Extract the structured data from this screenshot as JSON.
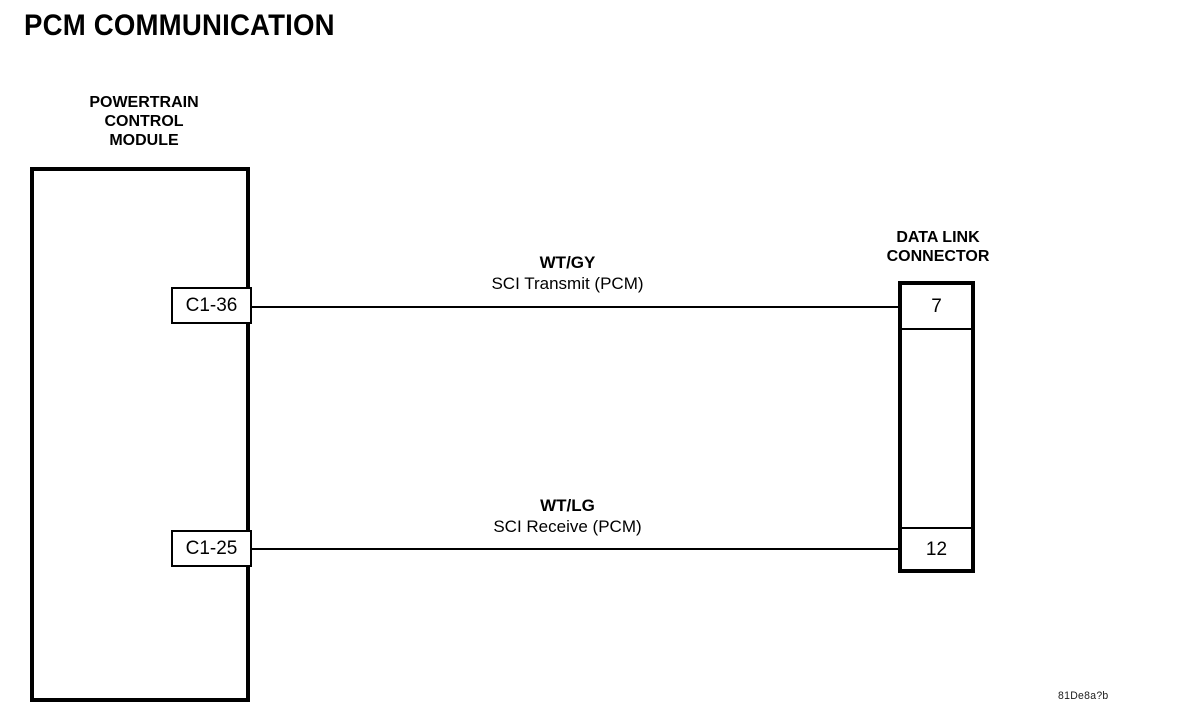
{
  "diagram": {
    "title": "PCM COMMUNICATION",
    "figure_id": "81De8a?b",
    "background_color": "#ffffff",
    "line_color": "#000000"
  },
  "components": {
    "pcm": {
      "caption": "POWERTRAIN\nCONTROL\nMODULE",
      "pins": [
        {
          "id": "c1-36",
          "label": "C1-36"
        },
        {
          "id": "c1-25",
          "label": "C1-25"
        }
      ]
    },
    "data_link_connector": {
      "caption": "DATA LINK\nCONNECTOR",
      "cells": [
        {
          "id": "cell-7",
          "label": "7"
        },
        {
          "id": "cell-empty",
          "label": ""
        },
        {
          "id": "cell-12",
          "label": "12"
        }
      ]
    }
  },
  "wires": [
    {
      "id": "sci-transmit",
      "color_code": "WT/GY",
      "circuit": "SCI Transmit (PCM)",
      "from_pin": "C1-36",
      "to_pin": "7"
    },
    {
      "id": "sci-receive",
      "color_code": "WT/LG",
      "circuit": "SCI Receive (PCM)",
      "from_pin": "C1-25",
      "to_pin": "12"
    }
  ]
}
